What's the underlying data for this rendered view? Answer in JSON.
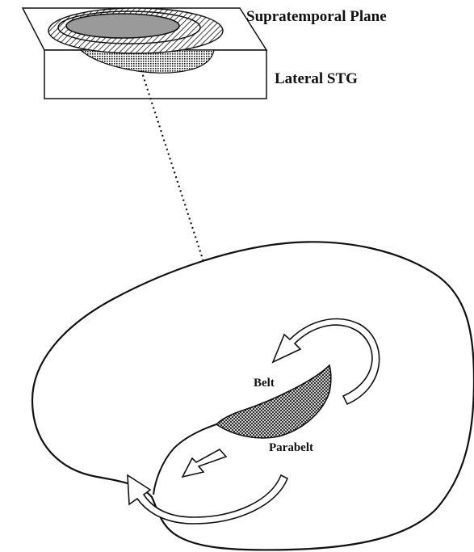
{
  "labels": {
    "supratemporal_plane": "Supratemporal Plane",
    "lateral_stg": "Lateral STG",
    "belt": "Belt",
    "parabelt": "Parabelt"
  },
  "colors": {
    "ink": "#111111",
    "core_fill": "#9a9a9a",
    "background": "#ffffff"
  }
}
